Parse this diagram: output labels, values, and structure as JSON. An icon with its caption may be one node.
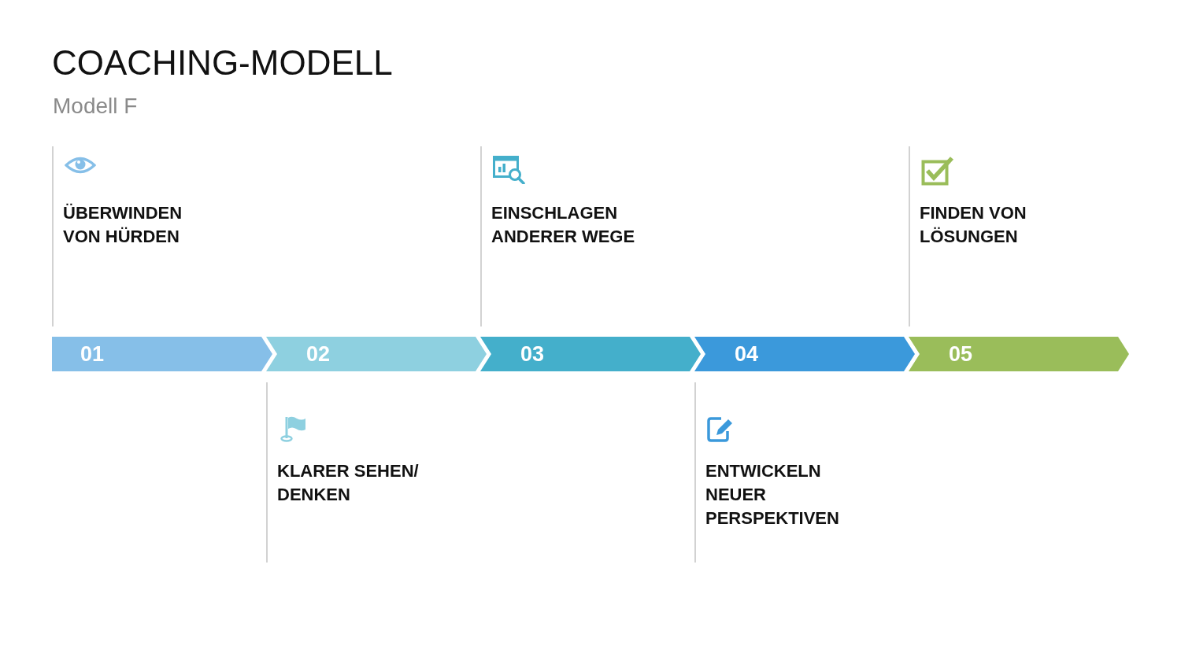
{
  "diagram": {
    "title": "COACHING-MODELL",
    "nodes": [
      {
        "text": [
          "01"
        ]
      },
      {
        "text": [
          "02"
        ]
      },
      {
        "text": [
          "03"
        ]
      },
      {
        "text": [
          "04"
        ]
      },
      {
        "text": [
          "05"
        ]
      }
    ],
    "labels": [
      "Modell F",
      "ÜBERWINDEN VON HÜRDEN",
      "EINSCHLAGEN ANDERER WEGE",
      "FINDEN VON LÖSUNGEN",
      "KLARER SEHEN/ DENKEN",
      "ENTWICKELN NEUER PERSPEKTIVEN"
    ]
  }
}
